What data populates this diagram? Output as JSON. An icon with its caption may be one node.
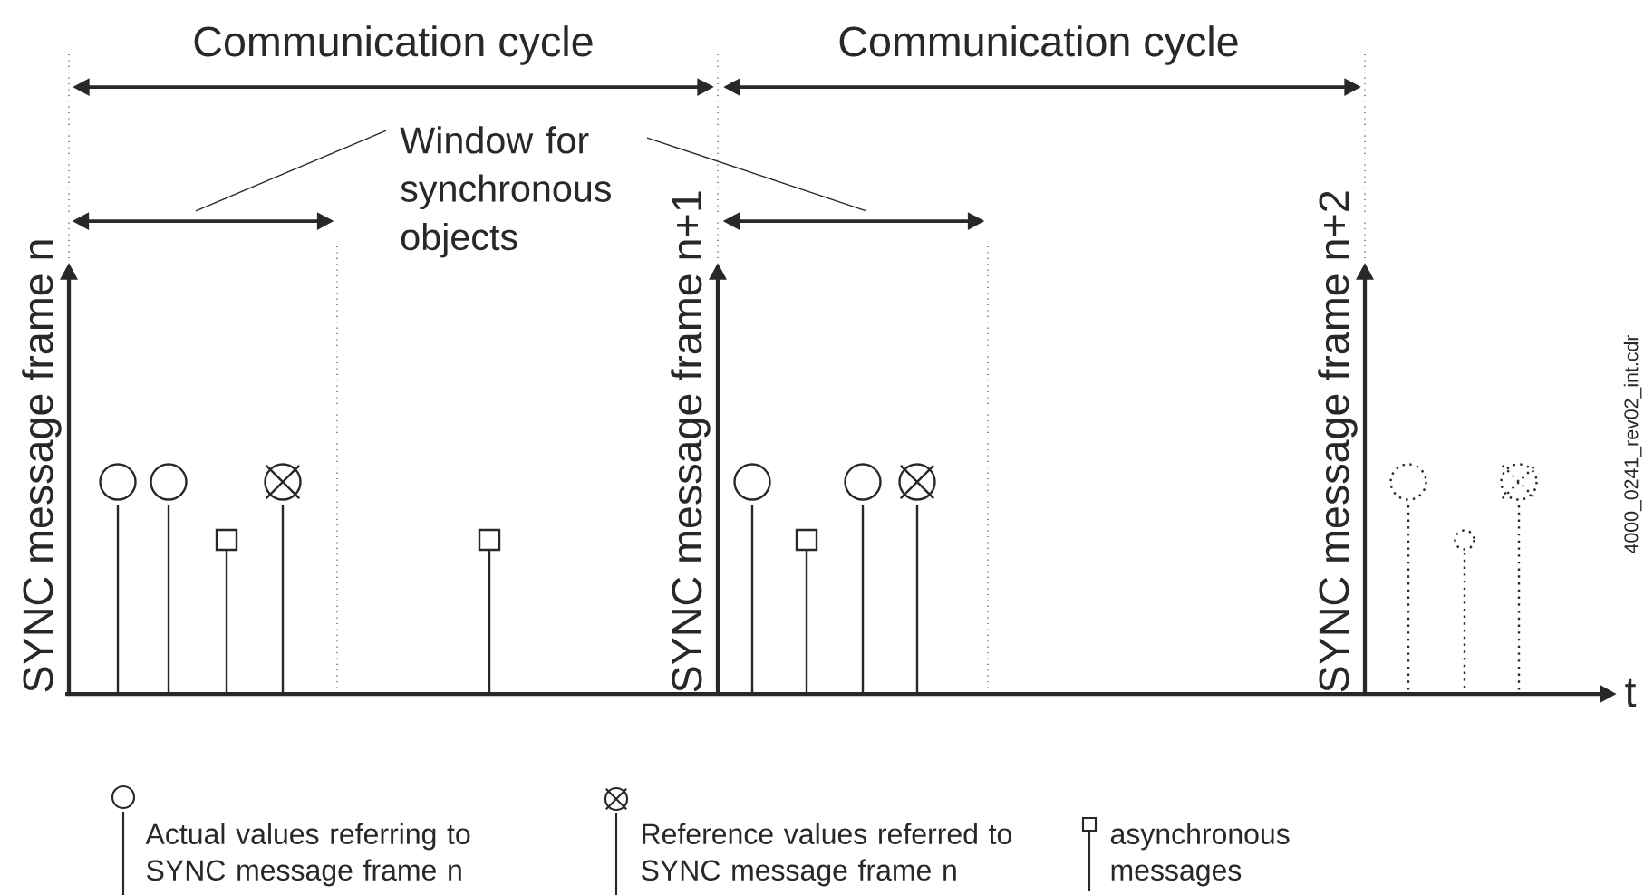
{
  "diagram": {
    "nodes": [
      {
        "text": [
          "Window for synchronous objects"
        ]
      },
      {
        "text": [],
        "shape": "arrow"
      },
      {
        "text": [],
        "shape": "arrow"
      }
    ],
    "edges": [
      {
        "from": 0,
        "to": 1,
        "arrow": "none"
      },
      {
        "from": 0,
        "to": 2,
        "arrow": "none"
      }
    ],
    "labels": [
      "Communication cycle",
      "Communication cycle",
      "SYNC message frame n",
      "SYNC message frame n+1",
      "SYNC message frame n+2",
      "4000_0241_rev02_int.cdr",
      "t"
    ],
    "legend": [
      {
        "text": "Actual values referring to SYNC message frame n"
      },
      {
        "text": "Reference values referred to SYNC message frame n"
      },
      {
        "text": "asynchronous messages"
      }
    ]
  }
}
